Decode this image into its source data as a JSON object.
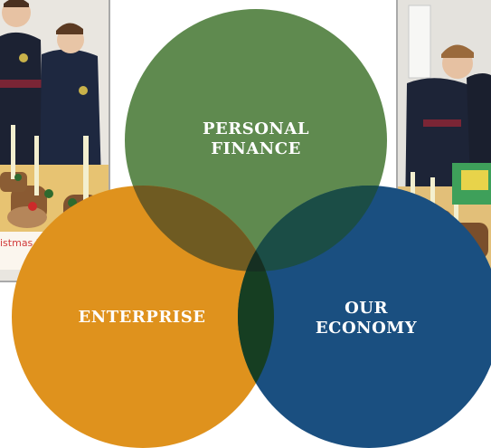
{
  "photos": {
    "left": {
      "sign_text": "istmas Logs"
    }
  },
  "venn": {
    "circles": [
      {
        "id": "personal_finance",
        "label": "PERSONAL\nFINANCE",
        "color": "#5f8a4f"
      },
      {
        "id": "enterprise",
        "label": "ENTERPRISE",
        "color": "#df921d"
      },
      {
        "id": "our_economy",
        "label": "OUR\nECONOMY",
        "color": "#1a4f80"
      }
    ],
    "overlap_color": "#163e22"
  }
}
